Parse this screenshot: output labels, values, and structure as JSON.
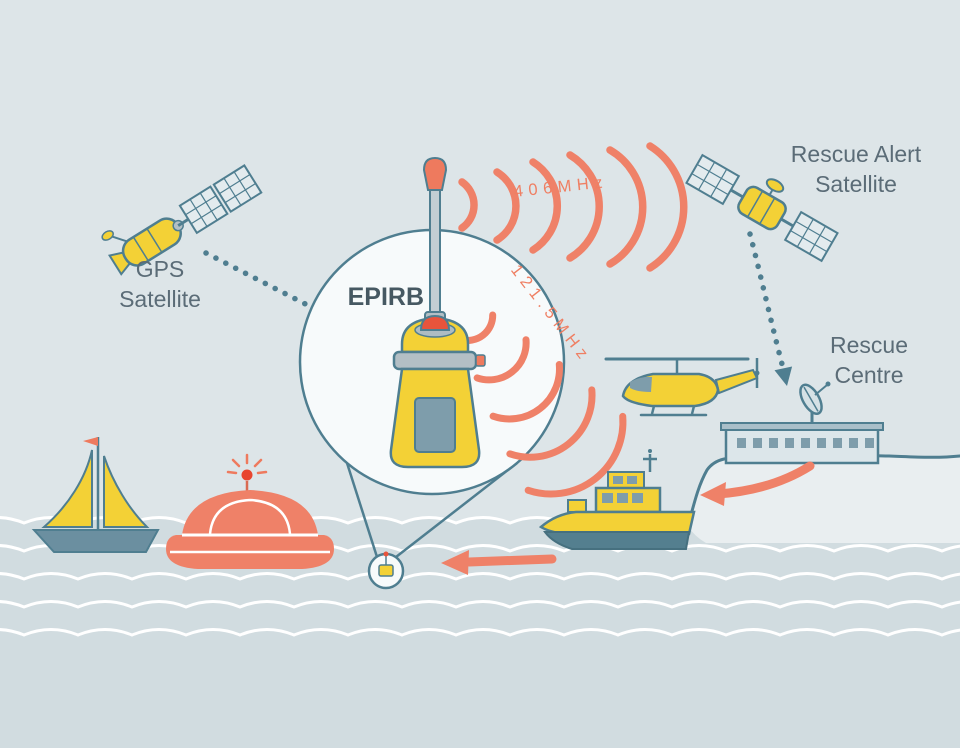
{
  "diagram": {
    "labels": {
      "gps_satellite": {
        "line1": "GPS",
        "line2": "Satellite"
      },
      "rescue_alert_satellite": {
        "line1": "Rescue Alert",
        "line2": "Satellite"
      },
      "rescue_centre": {
        "line1": "Rescue",
        "line2": "Centre"
      },
      "epirb": "EPIRB",
      "frequency_high": "406MHz",
      "frequency_low": "121.5MHz"
    },
    "colors": {
      "background": "#dde5e8",
      "sea": "#d1dce0",
      "wave_line": "#ffffff",
      "device_yellow": "#f3d136",
      "signal_salmon": "#ef8168",
      "alert_red": "#e8543c",
      "outline_teal": "#4f7e90",
      "label_text": "#5b6c77",
      "panel_blue": "#7e9dab",
      "land": "#e9eef0"
    },
    "icons": [
      "gps-satellite-icon",
      "rescue-alert-satellite-icon",
      "radar-dish-icon",
      "rescue-centre-building-icon",
      "epirb-device-icon",
      "magnifier-circle-icon",
      "floating-beacon-icon",
      "helicopter-icon",
      "rescue-boat-icon",
      "sailboat-icon",
      "life-raft-icon",
      "signal-arcs-406-icon",
      "signal-arcs-121-icon",
      "dotted-arrow-icon",
      "solid-arrow-icon"
    ]
  }
}
